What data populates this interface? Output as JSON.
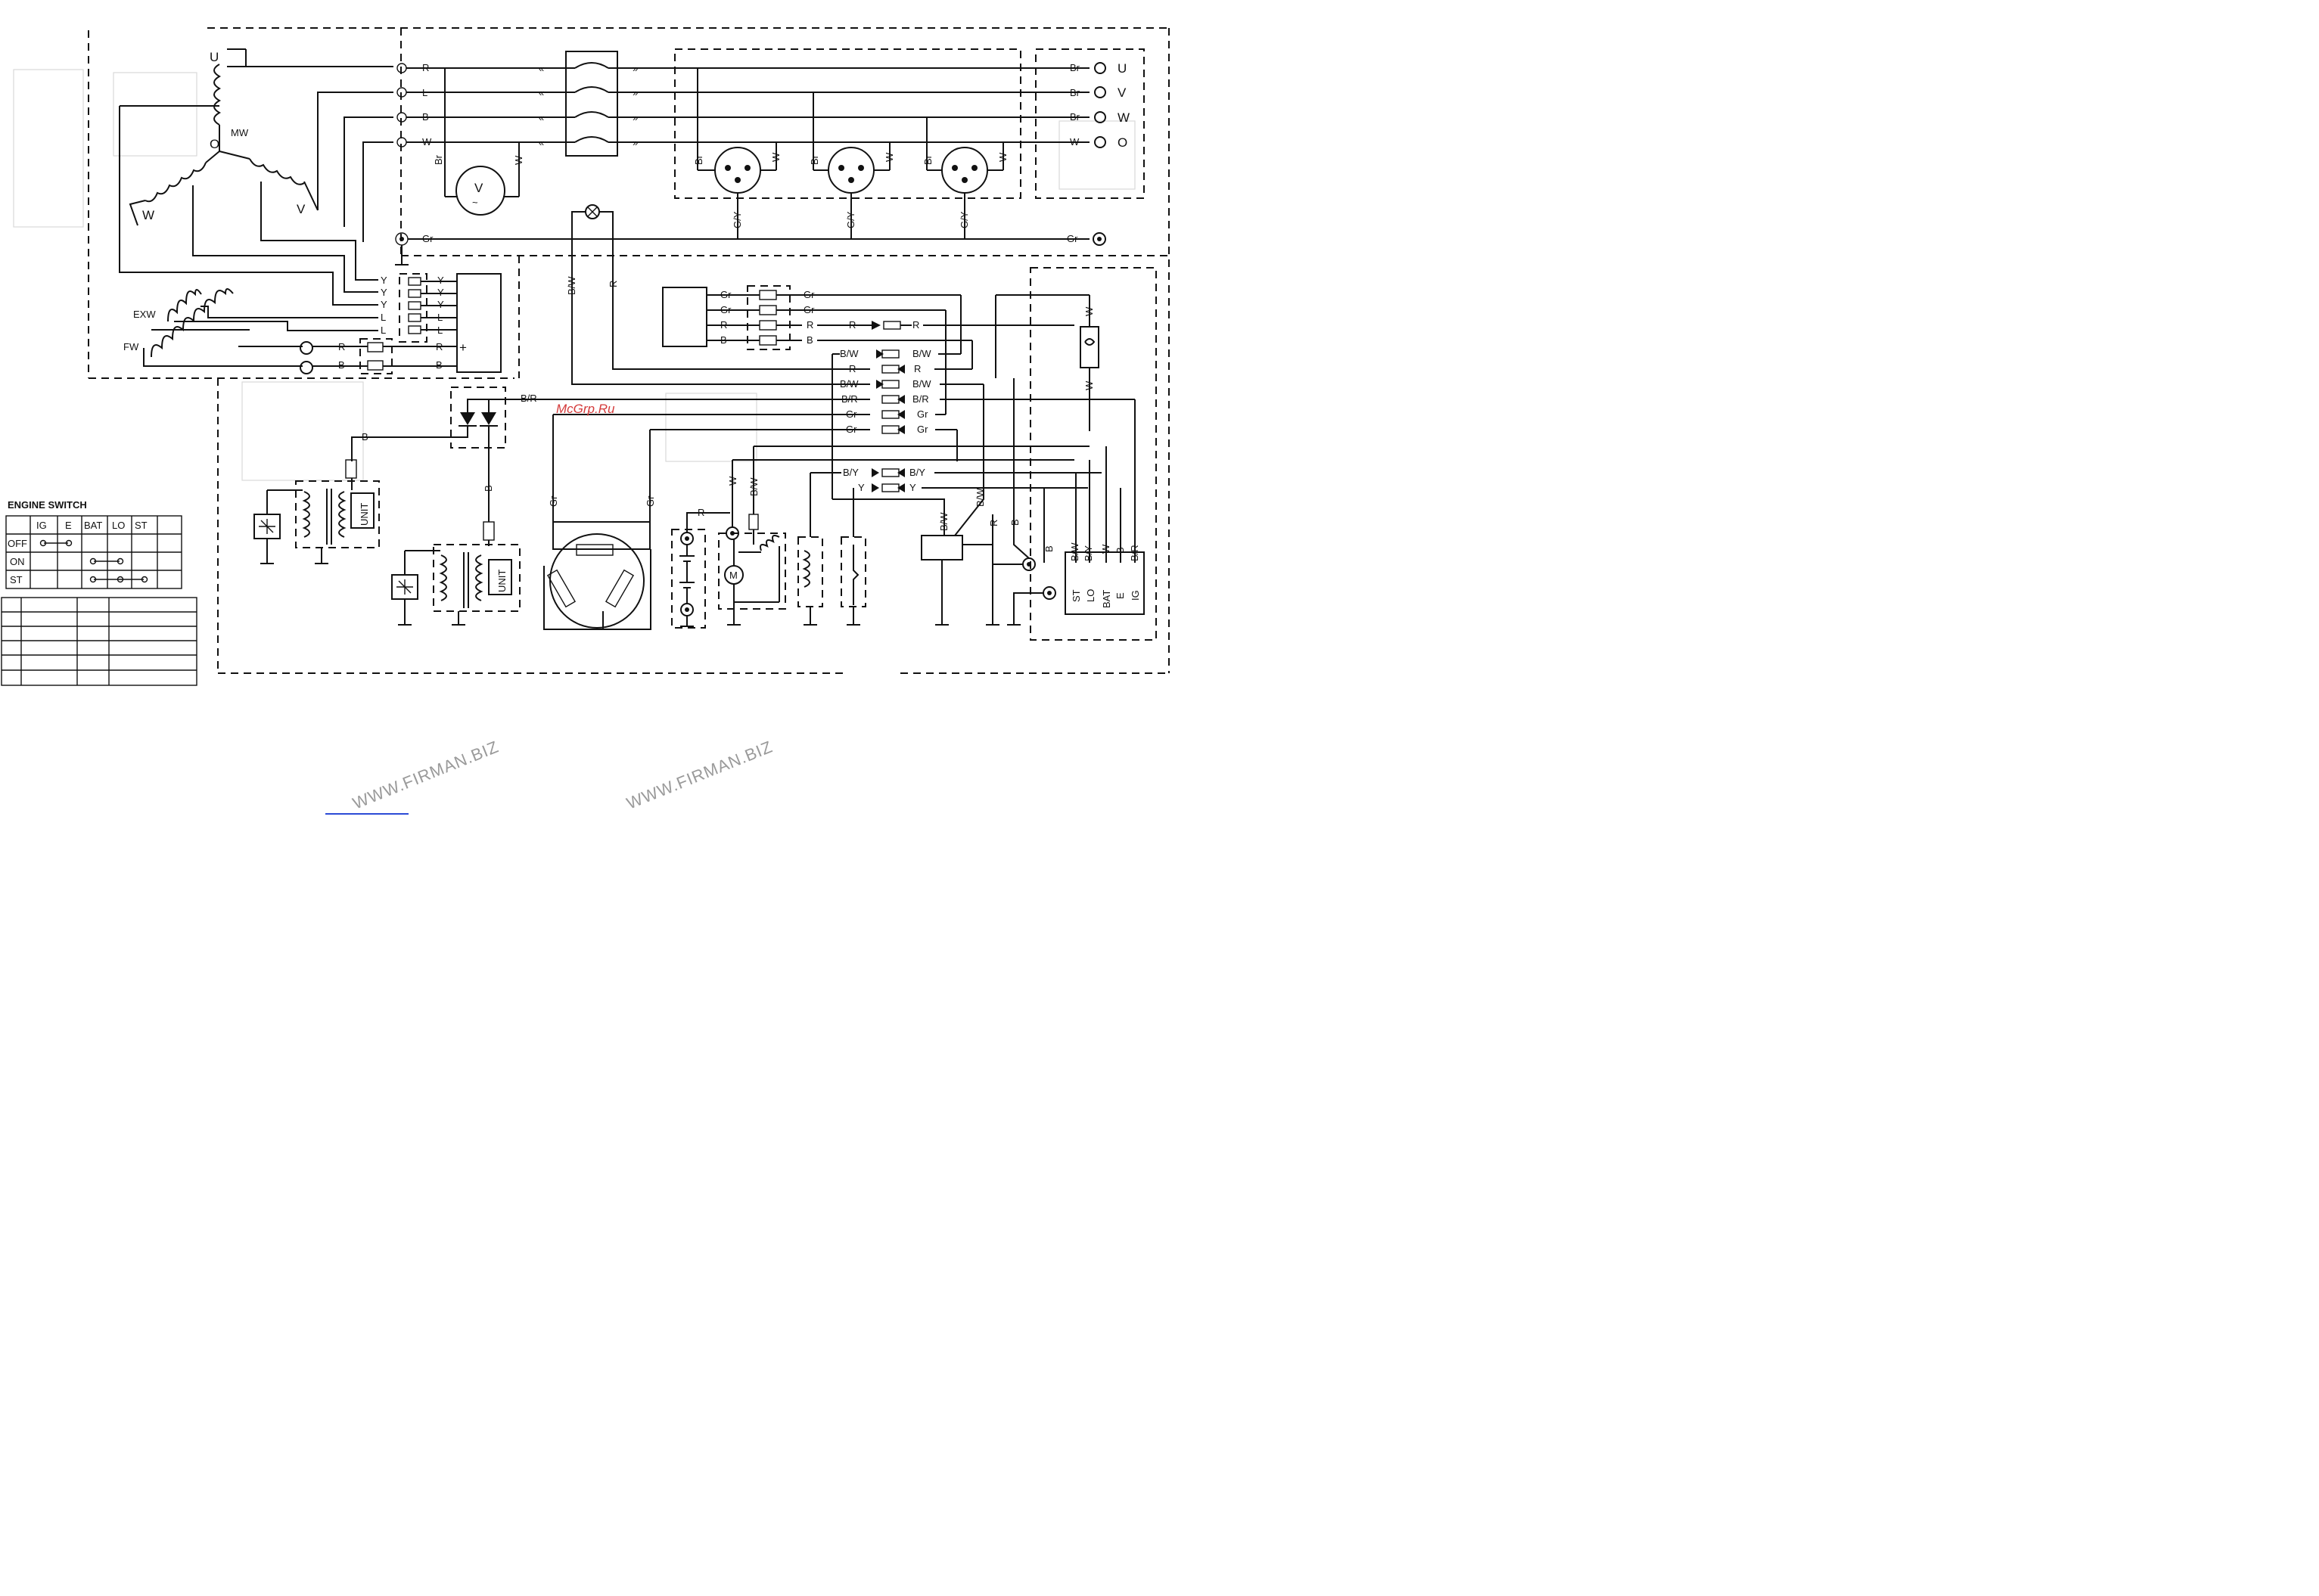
{
  "generator": {
    "phases": [
      "U",
      "V",
      "W",
      "O"
    ],
    "winding_labels": {
      "main": "MW",
      "excitation": "EXW",
      "field": "FW"
    }
  },
  "wire_codes": {
    "R": "R",
    "L": "L",
    "B": "B",
    "W": "W",
    "Y": "Y",
    "Gr": "Gr",
    "Br": "Br",
    "GY": "G/Y",
    "BW": "B/W",
    "BR": "B/R",
    "BY": "B/Y",
    "plus": "+"
  },
  "output_terminals": [
    "U",
    "V",
    "W",
    "O"
  ],
  "unit_label": "UNIT",
  "motor_label": "M",
  "voltmeter_label": "V",
  "start_terminals": [
    "ST",
    "LO",
    "BAT",
    "E",
    "IG"
  ],
  "engine_switch": {
    "title": "ENGINE SWITCH",
    "columns": [
      "IG",
      "E",
      "BAT",
      "LO",
      "ST"
    ],
    "rows": [
      "OFF",
      "ON",
      "ST"
    ]
  },
  "watermarks": {
    "firman": "WWW.FIRMAN.BIZ",
    "mcgrp": "McGrp.Ru"
  },
  "colors": {
    "line": "#111111",
    "watermark": "#9a9a9a",
    "mcgrp": "#d43a3a"
  }
}
